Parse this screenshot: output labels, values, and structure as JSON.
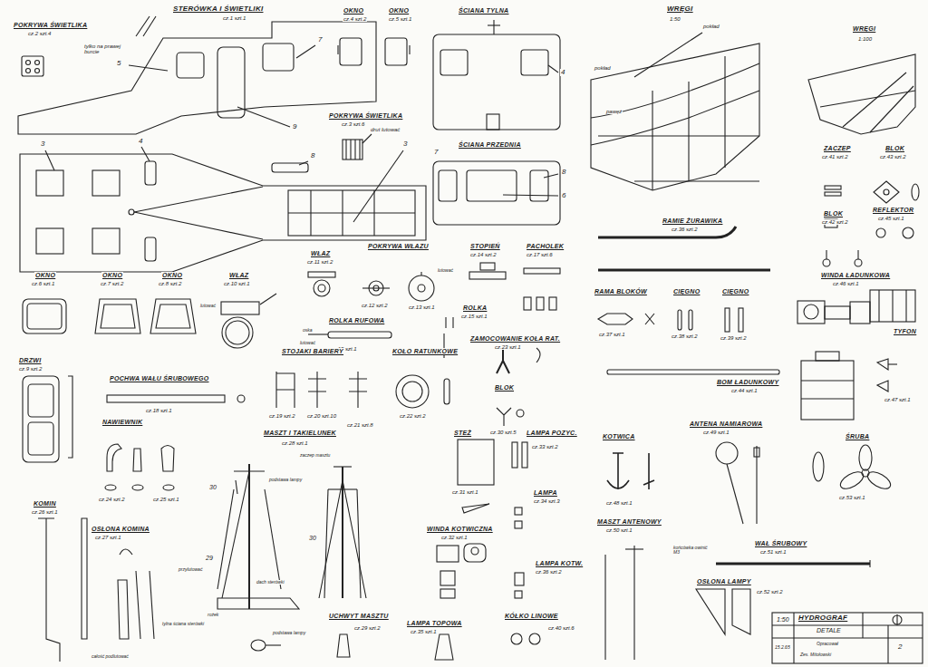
{
  "diagram": {
    "labels": [
      "POKRYWA ŚWIETLIKA",
      "cz.2 szt.4",
      "STERÓWKA I ŚWIETLIKI",
      "cz.1 szt.1",
      "tylko na prawej burcie",
      "5",
      "7",
      "9",
      "OKNO",
      "cz.4 szt.2",
      "OKNO",
      "cz.5 szt.1",
      "ŚCIANA TYLNA",
      "4",
      "POKRYWA ŚWIETLIKA",
      "cz.3 szt.6",
      "drut lutować",
      "ŚCIANA PRZEDNIA",
      "7",
      "8",
      "6",
      "3",
      "4",
      "8",
      "3",
      "WRĘGI",
      "1:50",
      "pokład",
      "pokład",
      "pawęż",
      "WRĘGI",
      "1:100",
      "ZACZEP",
      "cz.41 szt.2",
      "BLOK",
      "cz.43 szt.2",
      "REFLEKTOR",
      "cz.45 szt.1",
      "BLOK",
      "cz.42 szt.2",
      "RAMIE ŻURAWIKA",
      "cz.36 szt.2",
      "OKNO",
      "cz.6 szt.1",
      "OKNO",
      "cz.7 szt.2",
      "OKNO",
      "cz.8 szt.2",
      "WŁAZ",
      "cz.10 szt.1",
      "lutować",
      "WŁAZ",
      "cz.11 szt.2",
      "POKRYWA WŁAZU",
      "cz.12 szt.2",
      "cz.13 szt.1",
      "lutować",
      "STOPIEŃ",
      "cz.14 szt.2",
      "PACHOLEK",
      "cz.17 szt.6",
      "ROLKA",
      "cz.15 szt.1",
      "ROLKA RUFOWA",
      "cz.15 szt.1",
      "oska",
      "lutować",
      "ZAMOCOWANIE KOŁA RAT.",
      "cz.23 szt.1",
      "RAMA BLOKÓW",
      "cz.37 szt.1",
      "CIĘGNO",
      "cz.38 szt.2",
      "CIĘGNO",
      "cz.39 szt.2",
      "WINDA ŁADUNKOWA",
      "cz.46 szt.1",
      "DRZWI",
      "cz.9 szt.2",
      "POCHWA WAŁU ŚRUBOWEGO",
      "cz.18 szt.1",
      "STOJAKI BARIERY",
      "cz.19 szt.2",
      "cz.20 szt.10",
      "cz.21 szt.8",
      "KOŁO RATUNKOWE",
      "cz.22 szt.2",
      "BOM ŁADUNKOWY",
      "cz.44 szt.1",
      "TYFON",
      "cz.47 szt.1",
      "BLOK",
      "cz.30 szt.5",
      "NAWIEWNIK",
      "cz.24 szt.2",
      "cz.25 szt.1",
      "STEŻ",
      "cz.31 szt.1",
      "LAMPA POZYC.",
      "cz.33 szt.2",
      "KOTWICA",
      "cz.48 szt.1",
      "ANTENA NAMIAROWA",
      "cz.49 szt.1",
      "ŚRUBA",
      "cz.53 szt.1",
      "MASZT I TAKIELUNEK",
      "cz.28 szt.1",
      "zaczep masztu",
      "podstawa lampy",
      "30",
      "30",
      "29",
      "przylutować",
      "dach sterówki",
      "rożek",
      "tylna ściana sterówki",
      "całość podlutować",
      "podstawa lampy",
      "UCHWYT MASZTU",
      "cz.29 szt.2",
      "KOMIN",
      "cz.26 szt.1",
      "OSŁONA KOMINA",
      "cz.27 szt.1",
      "LAMPA",
      "cz.34 szt.3",
      "WINDA KOTWICZNA",
      "cz.32 szt.1",
      "LAMPA KOTW.",
      "cz.36 szt.2",
      "LAMPA TOPOWA",
      "cz.35 szt.1",
      "KÓŁKO LINOWE",
      "cz.40 szt.6",
      "MASZT ANTENOWY",
      "cz.50 szt.1",
      "WAŁ ŚRUBOWY",
      "cz.51 szt.1",
      "końcówka owinić M3",
      "OSŁONA LAMPY",
      "cz.52 szt.2",
      "1:50",
      "HYDROGRAF",
      "DETALE",
      "Opracował",
      "15.2.65",
      "Zes. Mitołowski",
      "2"
    ]
  }
}
